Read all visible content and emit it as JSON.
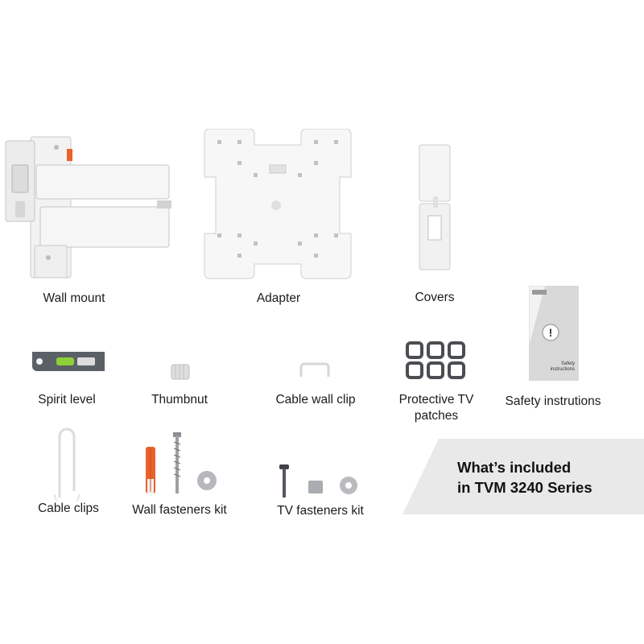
{
  "items": {
    "wall_mount": "Wall mount",
    "adapter": "Adapter",
    "covers": "Covers",
    "spirit_level": "Spirit level",
    "thumbnut": "Thumbnut",
    "cable_wall_clip": "Cable wall clip",
    "protective_tv_patches_line1": "Protective TV",
    "protective_tv_patches_line2": "patches",
    "safety_instructions": "Safety instrutions",
    "cable_clips": "Cable clips",
    "wall_fasteners_kit": "Wall fasteners kit",
    "tv_fasteners_kit": "TV fasteners kit"
  },
  "booklet": {
    "line1": "Safety",
    "line2": "instructions"
  },
  "banner": {
    "line1": "What’s included",
    "line2": "in TVM 3240 Series"
  },
  "colors": {
    "accent_orange": "#e8622a",
    "level_green": "#8ecf3a",
    "product_white": "#f4f4f4",
    "patch_dark": "#4a4d52",
    "banner_bg": "#e9e9e9"
  }
}
